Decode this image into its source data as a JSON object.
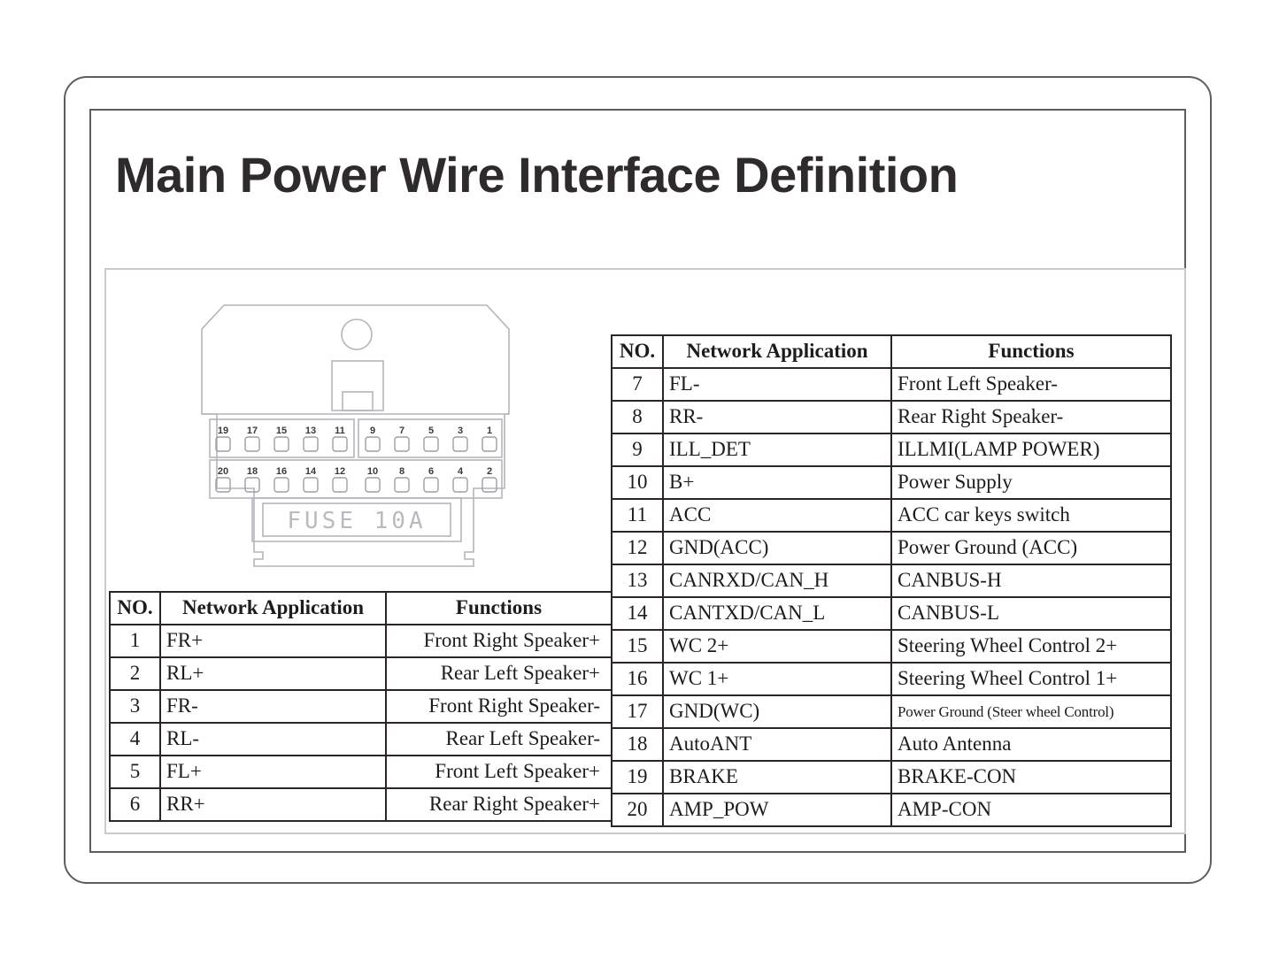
{
  "document": {
    "title": "Main Power Wire Interface Definition"
  },
  "connector": {
    "label": "connector-pinout-diagram",
    "fuse_label": "FUSE   10A",
    "top_row_left_pins": [
      "19",
      "17",
      "15",
      "13",
      "11"
    ],
    "top_row_right_pins": [
      "9",
      "7",
      "5",
      "3",
      "1"
    ],
    "bottom_row_pins": [
      "20",
      "18",
      "16",
      "14",
      "12",
      "10",
      "8",
      "6",
      "4",
      "2"
    ]
  },
  "table_left": {
    "headers": [
      "NO.",
      "Network Application",
      "Functions"
    ],
    "rows": [
      {
        "no": "1",
        "app": "FR+",
        "fn": "Front Right Speaker+"
      },
      {
        "no": "2",
        "app": "RL+",
        "fn": "Rear Left Speaker+"
      },
      {
        "no": "3",
        "app": "FR-",
        "fn": "Front Right Speaker-"
      },
      {
        "no": "4",
        "app": "RL-",
        "fn": "Rear Left Speaker-"
      },
      {
        "no": "5",
        "app": "FL+",
        "fn": "Front Left Speaker+"
      },
      {
        "no": "6",
        "app": "RR+",
        "fn": "Rear Right Speaker+"
      }
    ]
  },
  "table_right": {
    "headers": [
      "NO.",
      "Network Application",
      "Functions"
    ],
    "rows": [
      {
        "no": "7",
        "app": "FL-",
        "fn": "Front Left Speaker-"
      },
      {
        "no": "8",
        "app": "RR-",
        "fn": "Rear Right Speaker-"
      },
      {
        "no": "9",
        "app": "ILL_DET",
        "fn": "ILLMI(LAMP POWER)"
      },
      {
        "no": "10",
        "app": "B+",
        "fn": "Power Supply"
      },
      {
        "no": "11",
        "app": "ACC",
        "fn": "ACC car keys switch"
      },
      {
        "no": "12",
        "app": "GND(ACC)",
        "fn": "Power Ground (ACC)"
      },
      {
        "no": "13",
        "app": "CANRXD/CAN_H",
        "fn": "CANBUS-H"
      },
      {
        "no": "14",
        "app": "CANTXD/CAN_L",
        "fn": "CANBUS-L"
      },
      {
        "no": "15",
        "app": "WC 2+",
        "fn": "Steering Wheel Control 2+"
      },
      {
        "no": "16",
        "app": "WC 1+",
        "fn": "Steering Wheel Control 1+"
      },
      {
        "no": "17",
        "app": "GND(WC)",
        "fn": "Power Ground (Steer wheel Control)",
        "small": true
      },
      {
        "no": "18",
        "app": "AutoANT",
        "fn": "Auto Antenna"
      },
      {
        "no": "19",
        "app": "BRAKE",
        "fn": "BRAKE-CON"
      },
      {
        "no": "20",
        "app": "AMP_POW",
        "fn": "AMP-CON"
      }
    ]
  },
  "colors": {
    "frame": "#5d5d66",
    "content_box": "#c9c9cf",
    "table_border": "#2b2527",
    "text": "#1d1b1c",
    "title": "#2f2a2b",
    "connector_line": "#b4b4bb",
    "pin_number": "#3a3a3a"
  }
}
